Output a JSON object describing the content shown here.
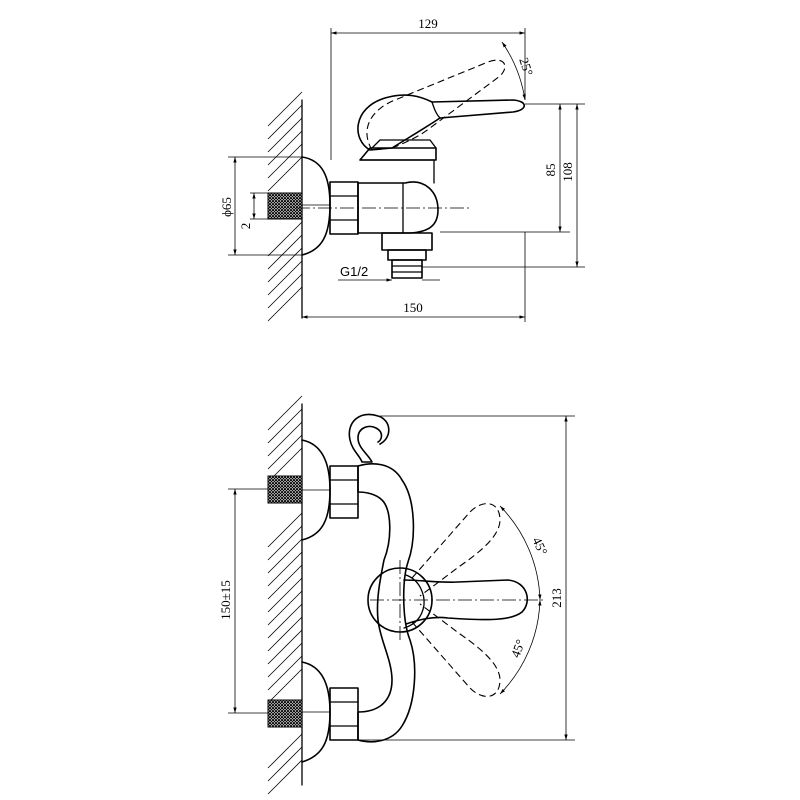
{
  "top_view": {
    "dim_width_top": "129",
    "dim_width_bottom": "150",
    "dim_height_outer": "108",
    "dim_height_inner": "85",
    "dim_angle": "25°",
    "dim_diameter": "ϕ65",
    "dim_small": "2",
    "dim_thread": "G1/2"
  },
  "bottom_view": {
    "dim_height": "213",
    "dim_spacing": "150±15",
    "dim_angle_up": "45°",
    "dim_angle_down": "45°"
  }
}
